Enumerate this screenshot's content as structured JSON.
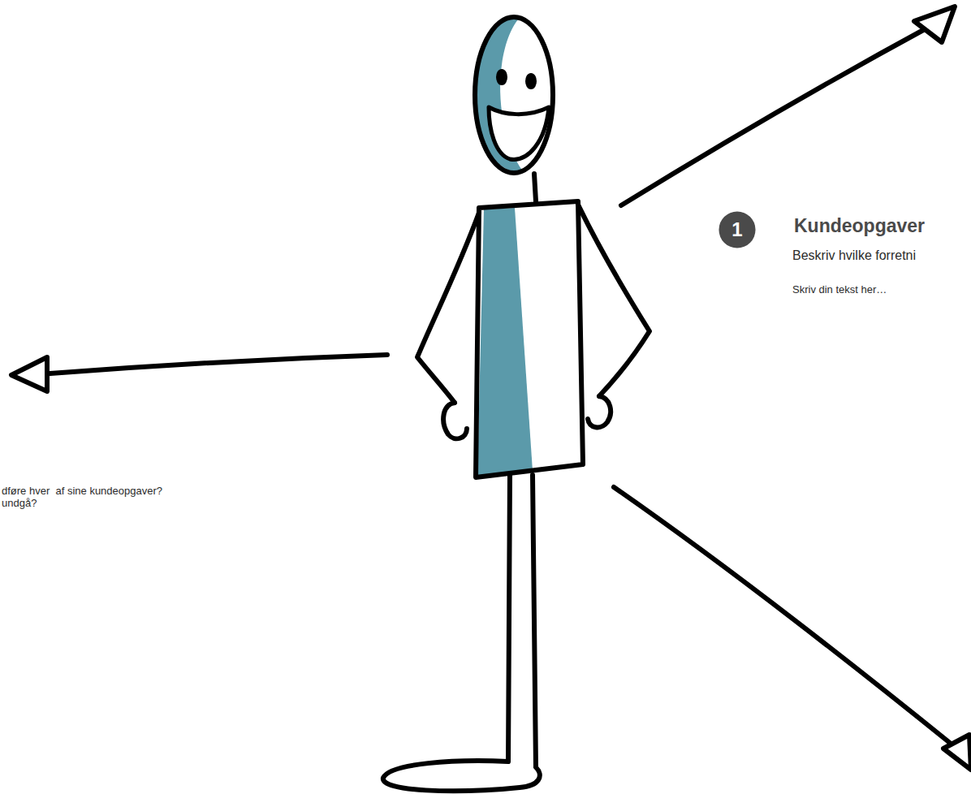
{
  "diagram": {
    "nodes": [
      {
        "text": [
          "1"
        ]
      }
    ],
    "labels": [
      "Kundeopgaver",
      "Beskriv hvilke forretni",
      "Skriv din tekst her…",
      "dføre hver  af sine kundeopgaver?",
      "undgå?"
    ]
  }
}
